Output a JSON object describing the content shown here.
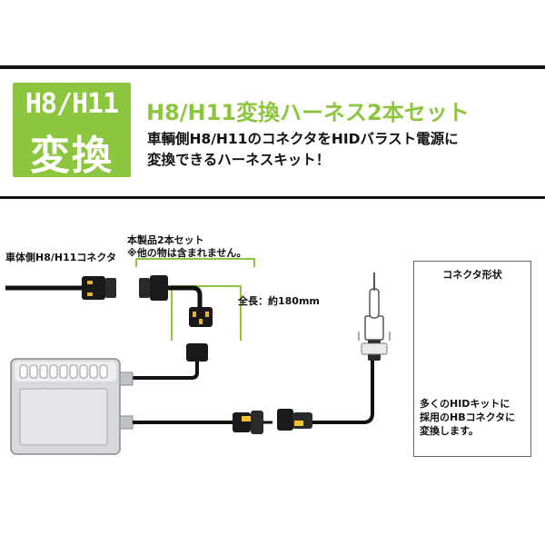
{
  "header": {
    "badge_line1": "H8/H11",
    "badge_line2": "変換",
    "title": "H8/H11変換ハーネス2本セット",
    "desc_line1": "車輌側H8/H11のコネクタをHIDバラスト電源に",
    "desc_line2": "変換できるハーネスキット！"
  },
  "diagram": {
    "vehicle_label": "車体側H8/H11コネクタ",
    "product_label_line1": "本製品2本セット",
    "product_label_line2": "※他の物は含まれません。",
    "length_label": "全長：約180mm"
  },
  "panel": {
    "title": "コネクタ形状",
    "desc_line1": "多くのHIDキットに",
    "desc_line2": "採用のHBコネクタに",
    "desc_line3": "変換します。"
  },
  "colors": {
    "accent_green": "#8cc63f",
    "text_dark": "#111111",
    "connector_yellow": "#f2c230"
  }
}
